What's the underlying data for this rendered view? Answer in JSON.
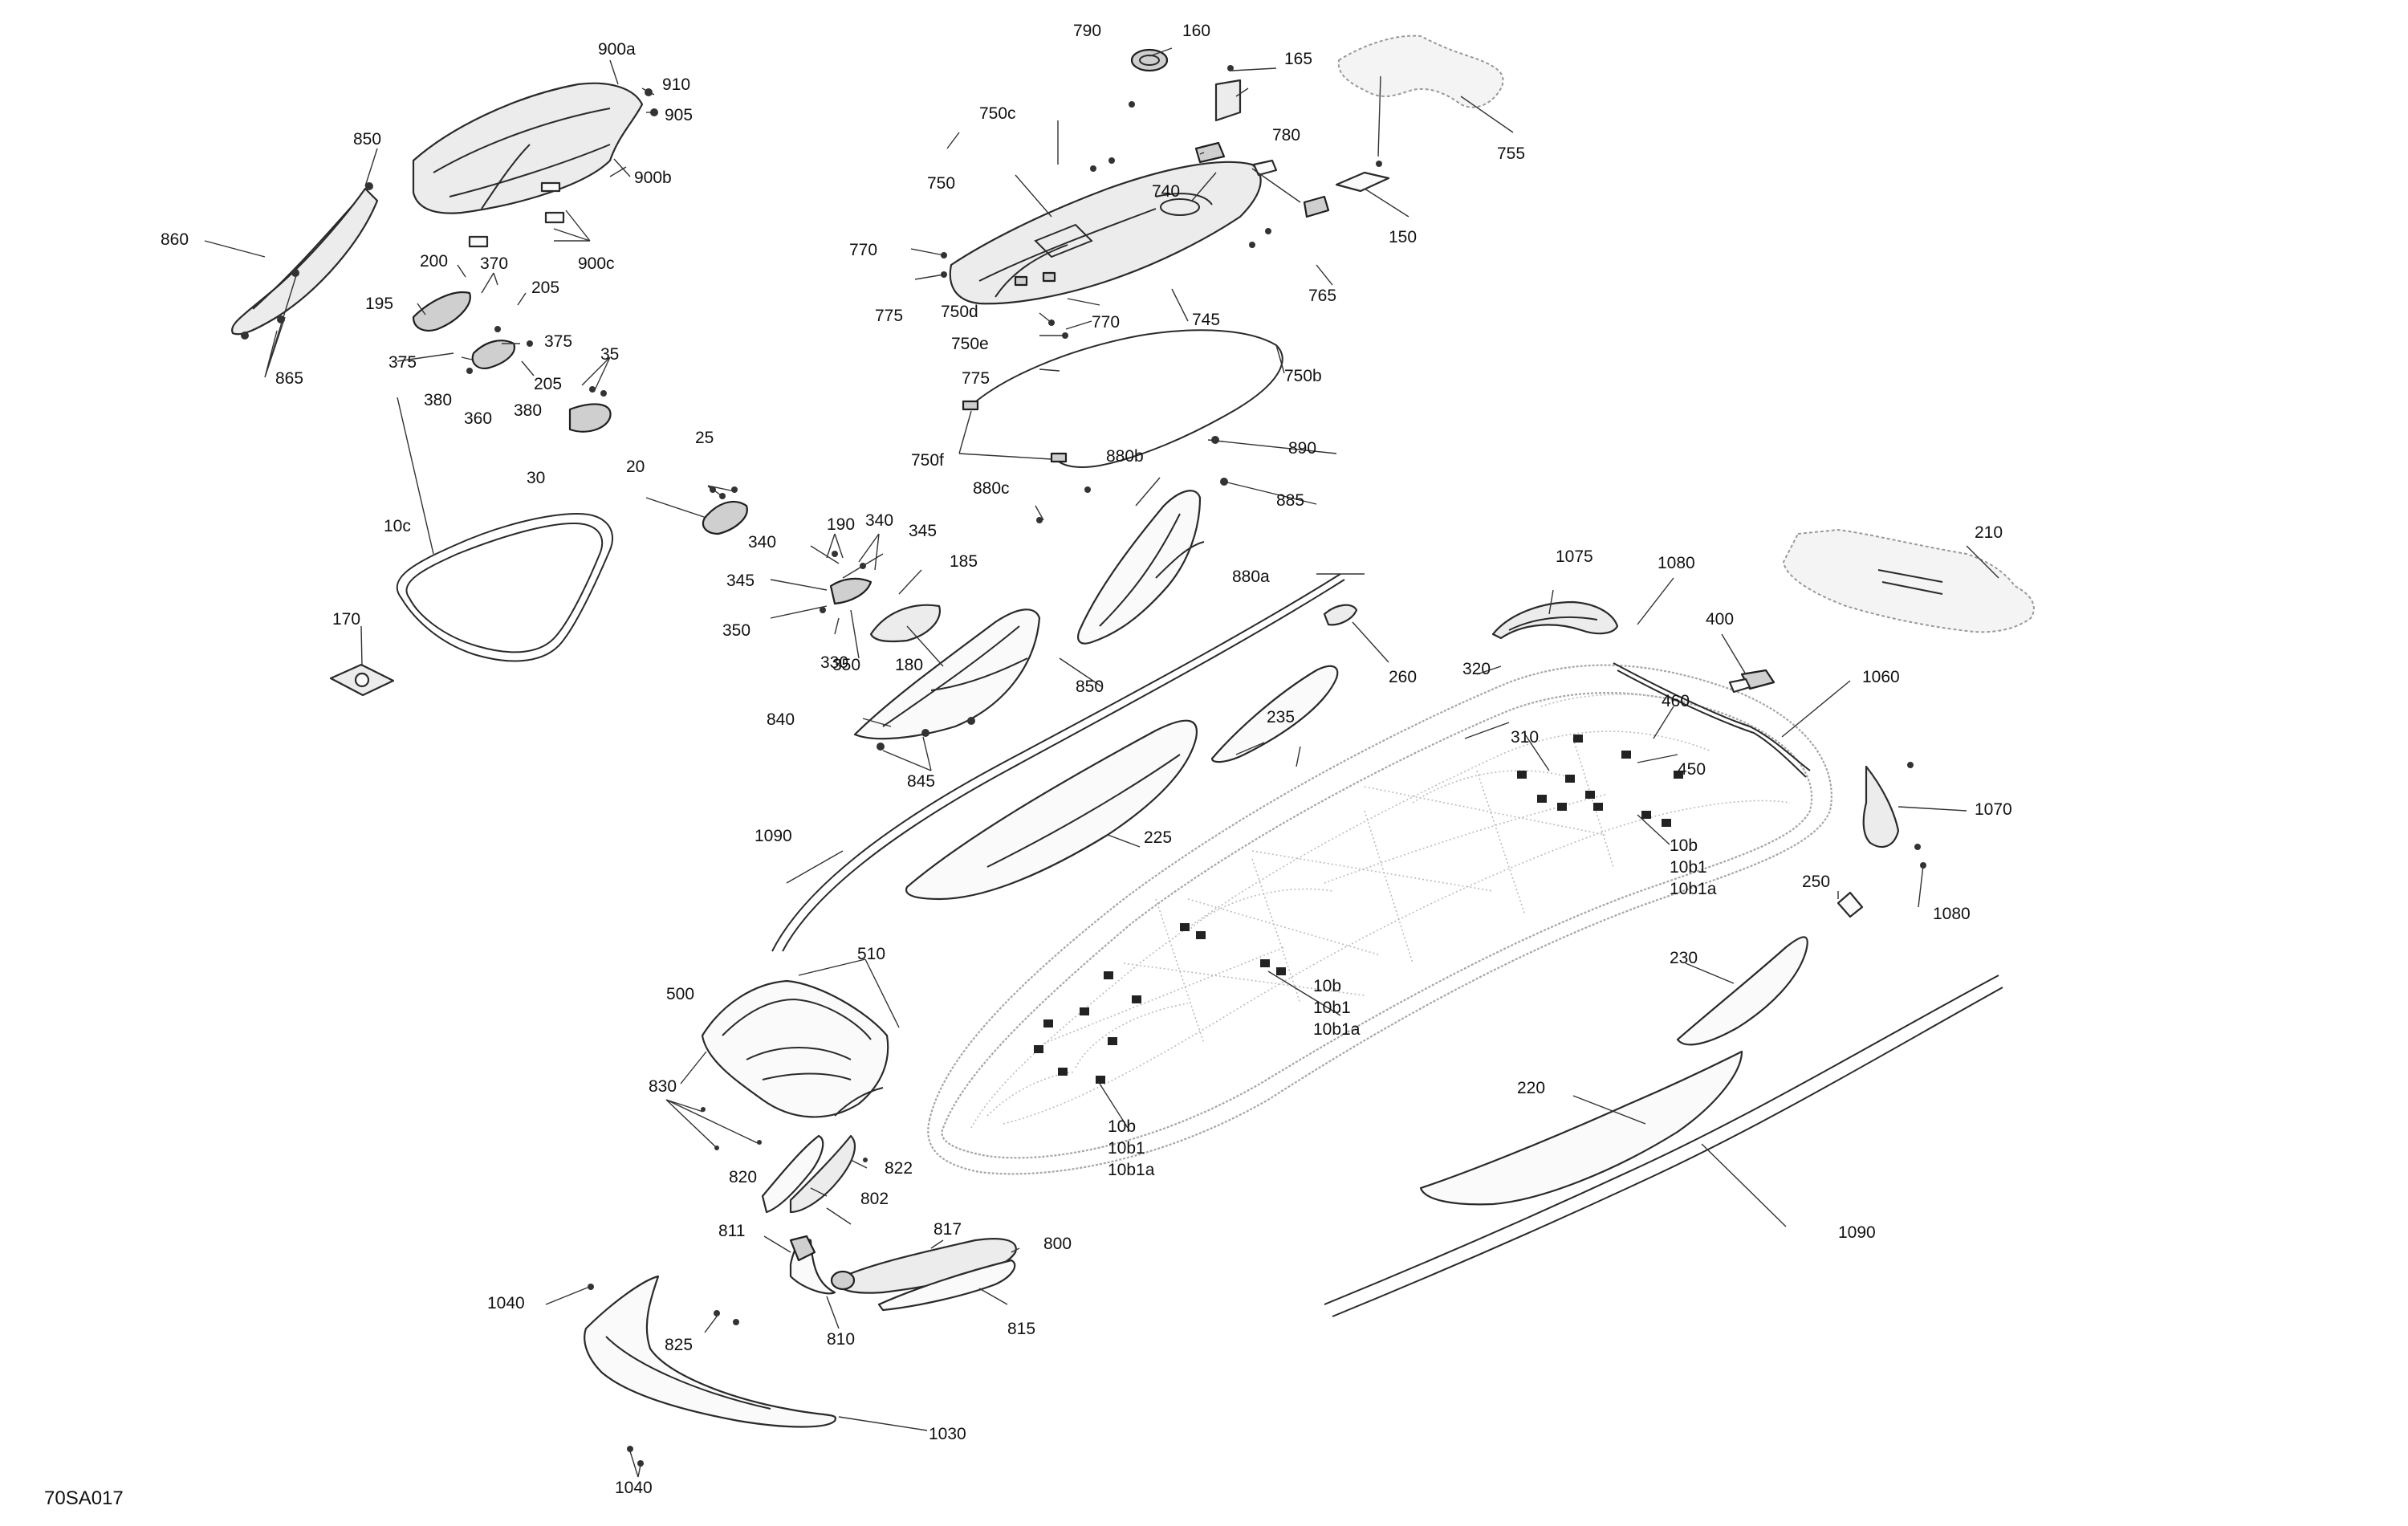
{
  "diagram_code": "70SA017",
  "callouts": [
    "10b",
    "10b1",
    "10b1a",
    "10c",
    "20",
    "25",
    "30",
    "35",
    "150",
    "160",
    "165",
    "170",
    "180",
    "185",
    "190",
    "195",
    "200",
    "205",
    "210",
    "220",
    "225",
    "230",
    "235",
    "250",
    "260",
    "310",
    "320",
    "330",
    "340",
    "345",
    "350",
    "360",
    "370",
    "375",
    "380",
    "400",
    "450",
    "460",
    "500",
    "510",
    "740",
    "745",
    "750",
    "750b",
    "750c",
    "750d",
    "750e",
    "750f",
    "755",
    "765",
    "770",
    "775",
    "780",
    "790",
    "800",
    "802",
    "810",
    "811",
    "815",
    "817",
    "820",
    "822",
    "825",
    "830",
    "840",
    "845",
    "850",
    "860",
    "865",
    "880a",
    "880b",
    "880c",
    "885",
    "890",
    "900a",
    "900b",
    "900c",
    "905",
    "910",
    "1030",
    "1040",
    "1060",
    "1070",
    "1075",
    "1080",
    "1090"
  ]
}
